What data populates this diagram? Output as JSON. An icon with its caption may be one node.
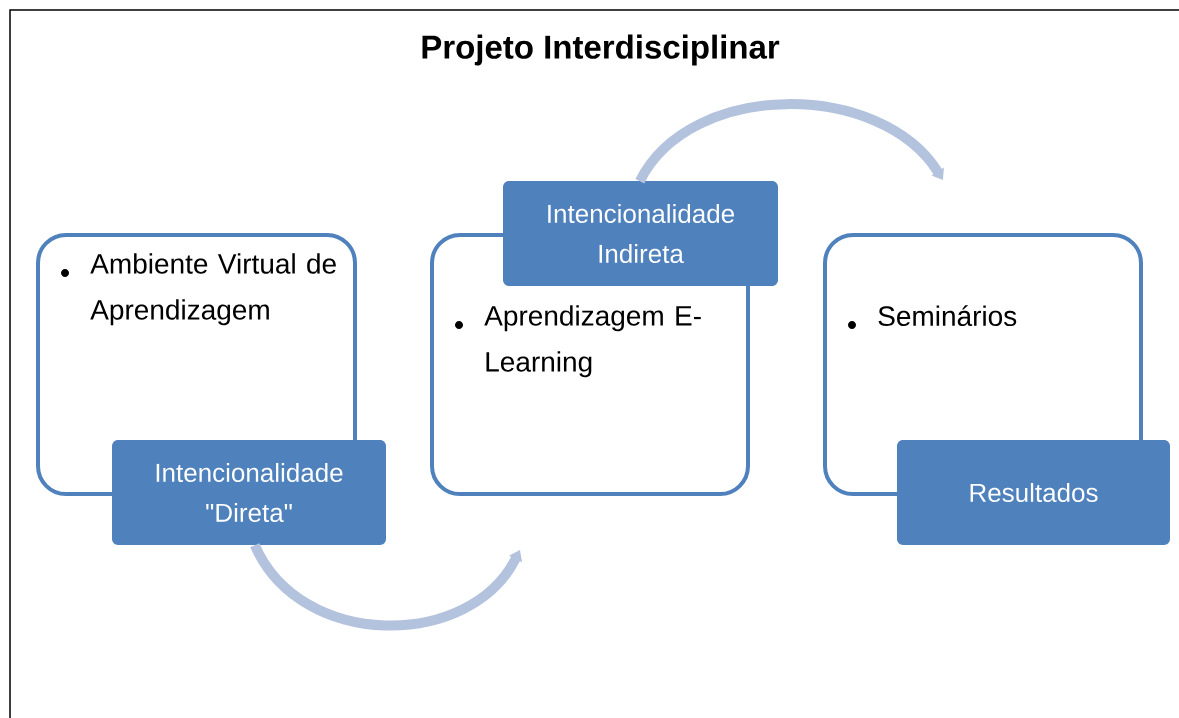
{
  "diagram": {
    "title": "Projeto Interdisciplinar",
    "nodes": [
      {
        "text": [
          "Ambiente Virtual de Aprendizagem"
        ]
      },
      {
        "text": [
          "Intencionalidade \"Direta\""
        ]
      },
      {
        "text": [
          "Aprendizagem E-Learning"
        ]
      },
      {
        "text": [
          "Intencionalidade Indireta"
        ]
      },
      {
        "text": [
          "Seminários"
        ]
      },
      {
        "text": [
          "Resultados"
        ]
      }
    ],
    "edges": [
      {
        "from": 1,
        "to": 2,
        "arrow": "to"
      },
      {
        "from": 3,
        "to": 4,
        "arrow": "to"
      }
    ]
  }
}
